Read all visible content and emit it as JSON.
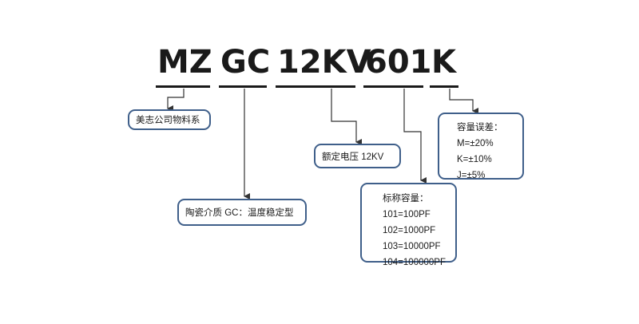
{
  "diagram": {
    "colors": {
      "text": "#1a1a1a",
      "box_border": "#3f5f8a",
      "line": "#333333",
      "background": "#ffffff"
    },
    "code_segments": [
      "MZ",
      "GC",
      "12KV",
      "601",
      "K"
    ],
    "boxes": {
      "brand": {
        "label": "美志公司物料系"
      },
      "dielectric": {
        "label": "陶瓷介质 GC：温度稳定型"
      },
      "voltage": {
        "label": "额定电压 12KV"
      },
      "capacitance": {
        "title": "标称容量：",
        "rows": [
          "101=100PF",
          "102=1000PF",
          "103=10000PF",
          "104=100000PF"
        ]
      },
      "tolerance": {
        "title": "容量误差：",
        "rows": [
          "M=±20%",
          "K=±10%",
          "J=±5%"
        ]
      }
    }
  }
}
